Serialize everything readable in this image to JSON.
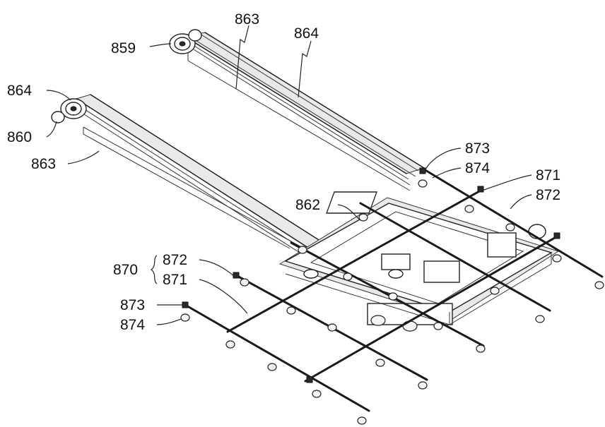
{
  "labels": {
    "l859": "859",
    "l863_top": "863",
    "l864_top": "864",
    "l864_left": "864",
    "l860": "860",
    "l863_left": "863",
    "l862": "862",
    "l873_right": "873",
    "l874_right": "874",
    "l871_right": "871",
    "l872_right": "872",
    "l870": "870",
    "l872_left": "872",
    "l871_left": "871",
    "l873_left": "873",
    "l874_left": "874"
  }
}
